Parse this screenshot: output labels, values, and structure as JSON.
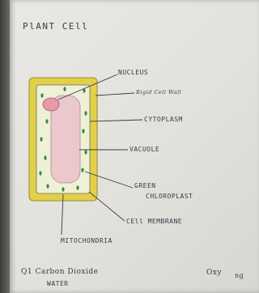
{
  "document": {
    "title": "PlANT CEll",
    "labels": {
      "nucleus": "NUCLEUS",
      "cell_wall": "Rigid Cell Wall",
      "cytoplasm": "CYTOPLASM",
      "vacuole": "VACUOLE",
      "green": "GREEN",
      "chloroplast": "CHLOROPLAST",
      "cell_membrane": "CEll MEMBRANE",
      "mitochondria": "MITOCHONDRIA"
    },
    "question_line1": "Q1 Carbon Dioxide",
    "question_line2": "WATER",
    "corner_text": "Oxy",
    "corner_text2": "ng"
  },
  "colors": {
    "cell_wall": "#e3d04a",
    "cytoplasm": "#eef1d8",
    "vacuole": "#eac8cc",
    "nucleus": "#e99aa8",
    "chloroplast": "#3c8a3c",
    "ink": "#3b3a48"
  }
}
